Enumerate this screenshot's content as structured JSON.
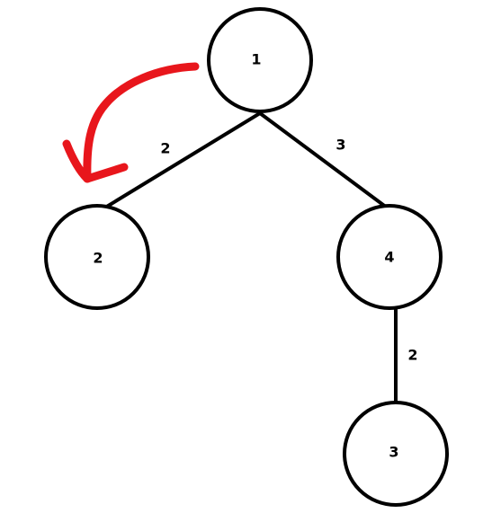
{
  "diagram": {
    "nodes": {
      "root": {
        "label": "1"
      },
      "left_child": {
        "label": "2"
      },
      "right_child": {
        "label": "4"
      },
      "right_grandchild": {
        "label": "3"
      }
    },
    "edges": {
      "root_to_left": {
        "weight": "2"
      },
      "root_to_right": {
        "weight": "3"
      },
      "right_to_grandchild": {
        "weight": "2"
      }
    },
    "annotation": {
      "arrow_color": "#e8161c"
    }
  }
}
